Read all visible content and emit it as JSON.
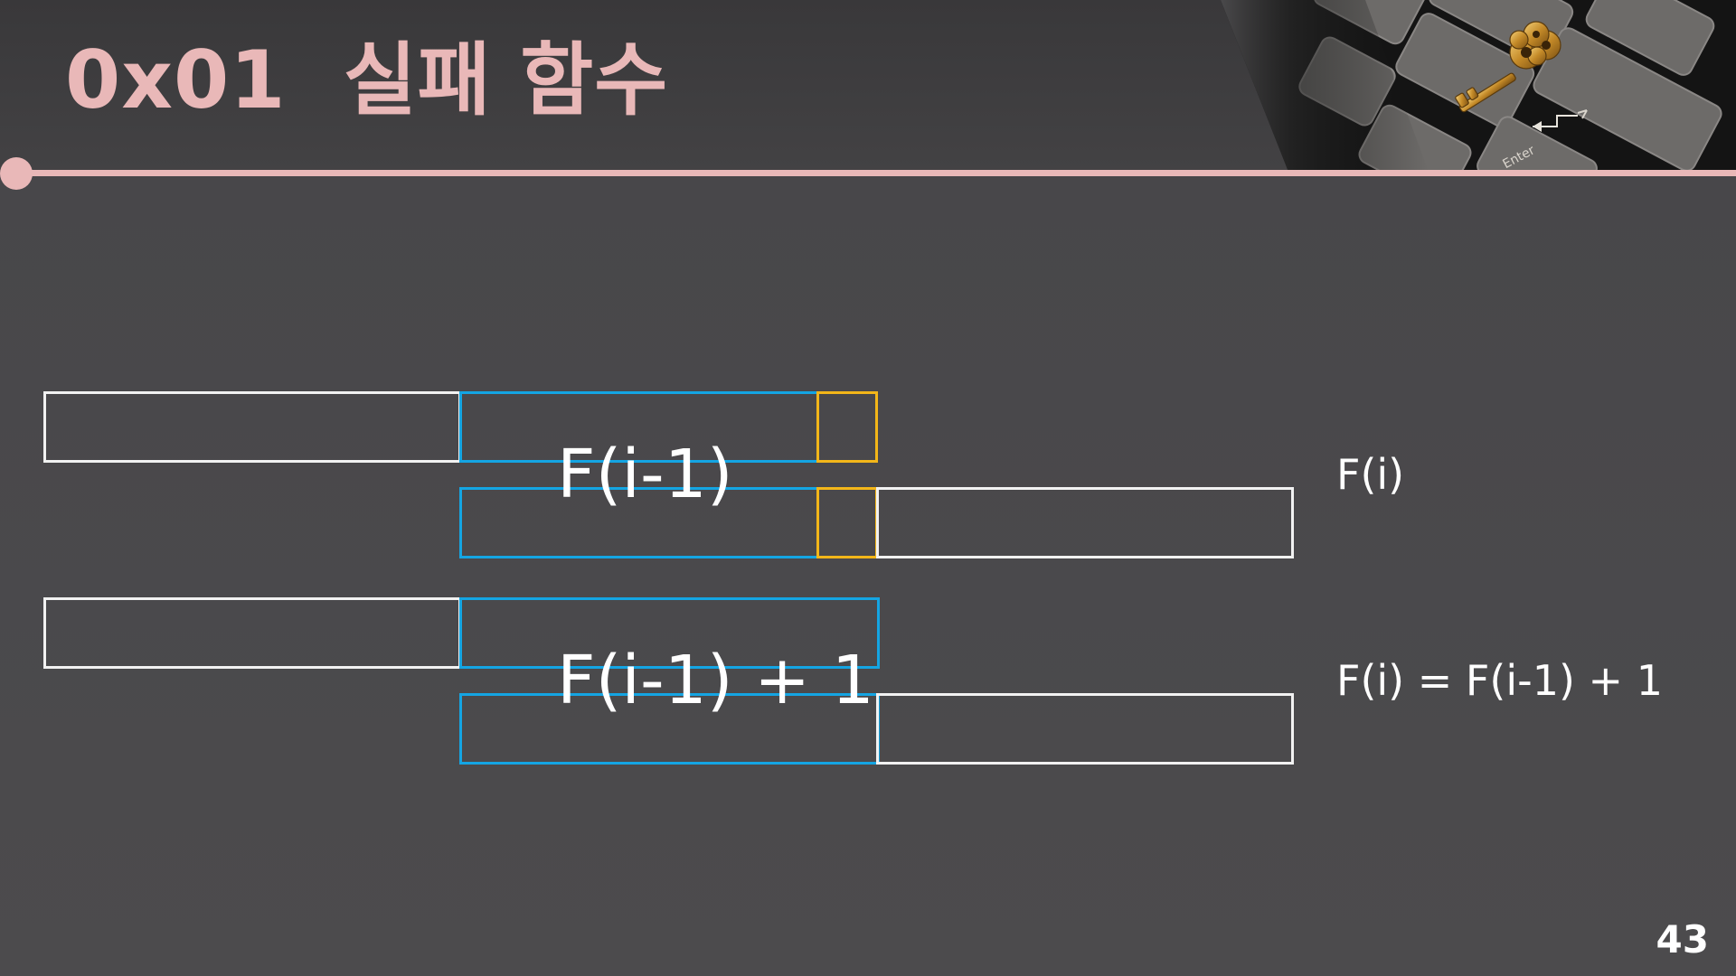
{
  "slide": {
    "title": "0x01  실패 함수",
    "page_number": "43",
    "accent_color": "#e9b8b8",
    "background_color": "#4b4a4c",
    "header_image": "keyboard-with-golden-key",
    "header_image_key_label": "Enter"
  },
  "diagram": {
    "colors": {
      "outline": "#f2f2f2",
      "matched_prefix": "#14a5e3",
      "next_char": "#f3b619"
    },
    "rows": [
      {
        "overlay_label": "F(i-1)",
        "side_label": "F(i)"
      },
      {
        "overlay_label": "F(i-1) + 1",
        "side_label": "F(i) = F(i-1) + 1"
      }
    ]
  }
}
